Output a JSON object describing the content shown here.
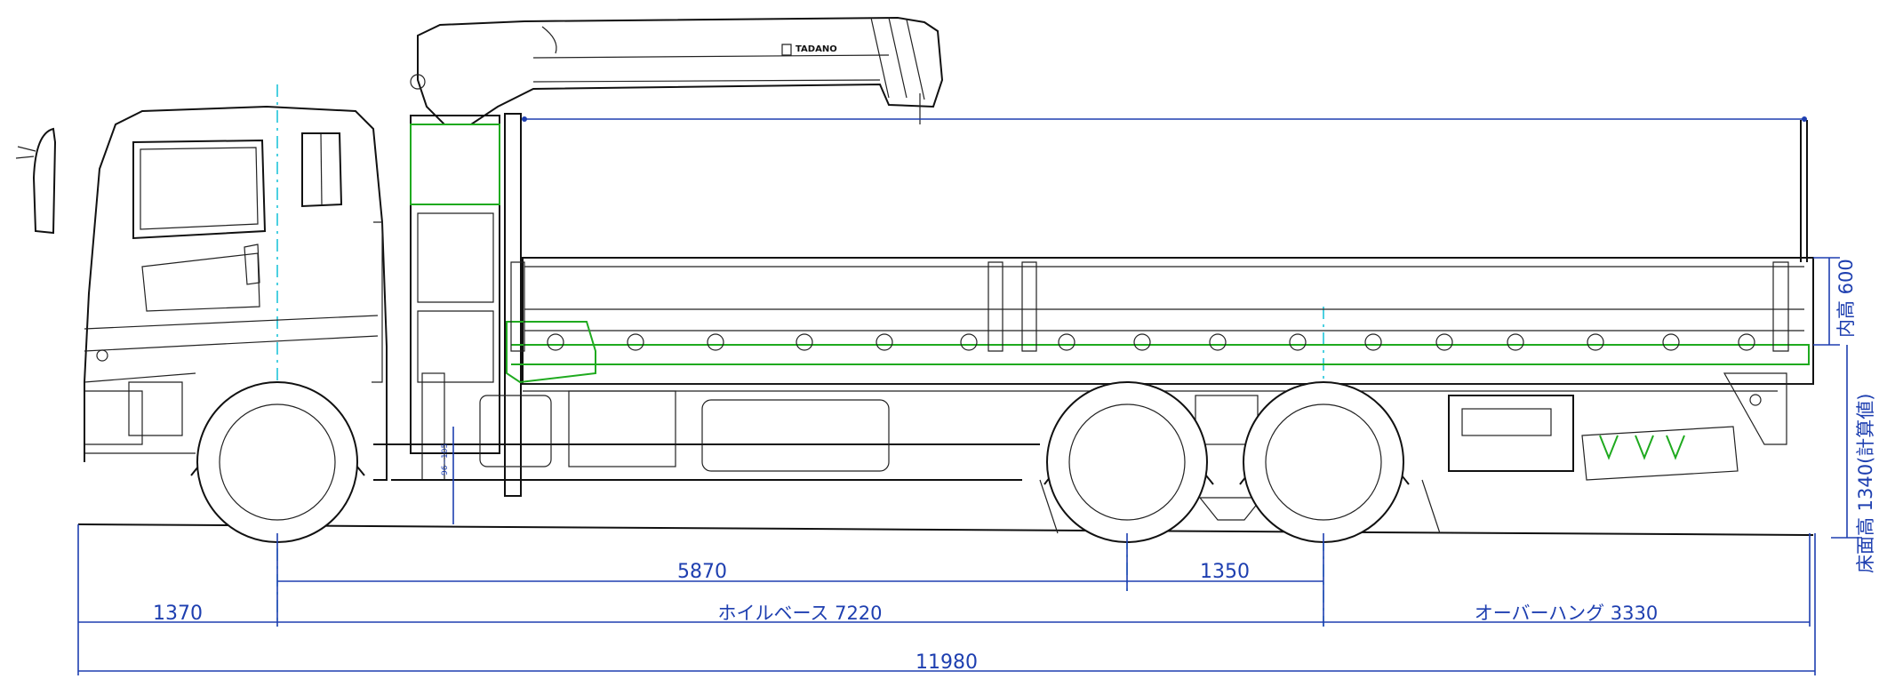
{
  "brand": {
    "crane_logo": "TADANO"
  },
  "dimensions": {
    "front_overhang": "1370",
    "wheelbase": "ホイルベース 7220",
    "rear_overhang": "オーバーハング 3330",
    "overall_length": "11980",
    "front_axle_to_rear_axle_1": "5870",
    "rear_axle_spacing": "1350",
    "inner_height": "内高 600",
    "floor_height": "床面高 1340(計算値)",
    "small_label": "96~105"
  },
  "colors": {
    "dimension": "#1e3fb0",
    "centerline": "#00bcd4",
    "deck_outline": "#1faa1f",
    "outline": "#111111"
  }
}
